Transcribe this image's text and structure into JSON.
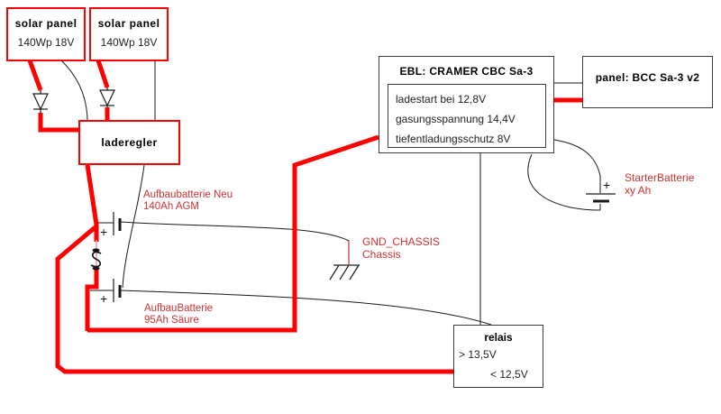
{
  "diagram": {
    "solar_panel_1": {
      "title": "solar panel",
      "spec": "140Wp 18V"
    },
    "solar_panel_2": {
      "title": "solar panel",
      "spec": "140Wp 18V"
    },
    "laderegler": {
      "title": "laderegler"
    },
    "ebl": {
      "title": "EBL: CRAMER CBC Sa-3",
      "lines": [
        "ladestart bei 12,8V",
        "gasungsspannung 14,4V",
        "tiefentladungsschutz 8V"
      ]
    },
    "panel": {
      "title": "panel: BCC Sa-3 v2"
    },
    "relais": {
      "title": "relais",
      "threshold_on": "> 13,5V",
      "threshold_off": "< 12,5V"
    },
    "labels": {
      "aufbaubatterie_neu": {
        "line1": "Aufbaubatterie Neu",
        "line2": "140Ah AGM"
      },
      "aufbaubatterie_alt": {
        "line1": "AufbauBatterie",
        "line2": "95Ah Säure"
      },
      "gnd": {
        "line1": "GND_CHASSIS",
        "line2": "Chassis"
      },
      "starterbatterie": {
        "line1": "StarterBatterie",
        "line2": "xy Ah"
      }
    },
    "symbols": {
      "plus": "+"
    },
    "colors": {
      "wire_red": "#FF0000",
      "label_red": "#CC3333",
      "wire_black": "#1A1A1A",
      "fuse_pink": "#E8A0A0"
    }
  }
}
